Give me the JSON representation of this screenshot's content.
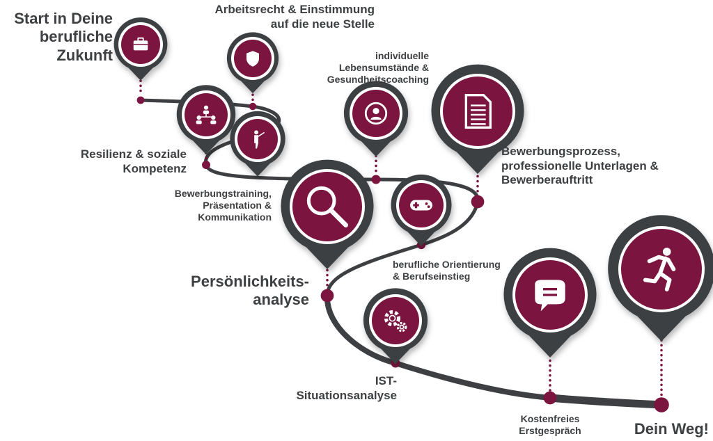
{
  "colors": {
    "path": "#3d3f42",
    "accent": "#7b1540",
    "pin_outer": "#3d3f42",
    "pin_ring": "#ffffff",
    "text": "#3d3f42"
  },
  "labels": {
    "start": "Start in Deine\nberufliche\nZukunft",
    "arbeitsrecht": "Arbeitsrecht & Einstimmung\nauf die neue Stelle",
    "lebensumstaende": "individuelle\nLebensumstände &\nGesundheitscoaching",
    "resilienz": "Resilienz & soziale\nKompetenz",
    "bewerbungsprozess": "Bewerbungsprozess,\nprofessionelle Unterlagen &\nBewerberauftritt",
    "bewerbungstraining": "Bewerbungstraining,\nPräsentation &\nKommunikation",
    "persoenlichkeit": "Persönlichkeits-\nanalyse",
    "orientierung": "berufliche Orientierung\n& Berufseinstieg",
    "ist": "IST-\nSituationsanalyse",
    "kostenfrei": "Kostenfreies\nErstgespräch",
    "ziel": "Dein Weg!"
  },
  "pins": [
    {
      "id": "start",
      "icon": "briefcase-icon"
    },
    {
      "id": "arbeitsrecht",
      "icon": "shield-icon"
    },
    {
      "id": "resilienz",
      "icon": "network-people-icon"
    },
    {
      "id": "bewerbungstraining",
      "icon": "presenter-icon"
    },
    {
      "id": "lebensumstaende",
      "icon": "person-icon"
    },
    {
      "id": "bewerbungsprozess",
      "icon": "document-icon"
    },
    {
      "id": "persoenlichkeit",
      "icon": "magnifier-icon"
    },
    {
      "id": "orientierung",
      "icon": "gamepad-icon"
    },
    {
      "id": "ist",
      "icon": "gears-icon"
    },
    {
      "id": "kostenfrei",
      "icon": "chat-bubble-icon"
    },
    {
      "id": "ziel",
      "icon": "running-person-icon"
    }
  ]
}
